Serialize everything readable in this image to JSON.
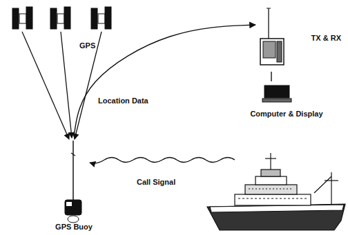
{
  "diagram": {
    "nodes": [
      {
        "text": [
          "GPS Buoy"
        ]
      },
      {
        "text": [
          "TX & RX"
        ]
      },
      {
        "text": [
          "Computer & Display"
        ]
      }
    ],
    "edges": [
      {
        "from": 0,
        "to": 1,
        "label": "Location Data",
        "arrow": "to"
      },
      {
        "from": 1,
        "to": 2,
        "arrow": "none"
      }
    ],
    "labels": [
      "GPS",
      "Call Signal"
    ]
  }
}
